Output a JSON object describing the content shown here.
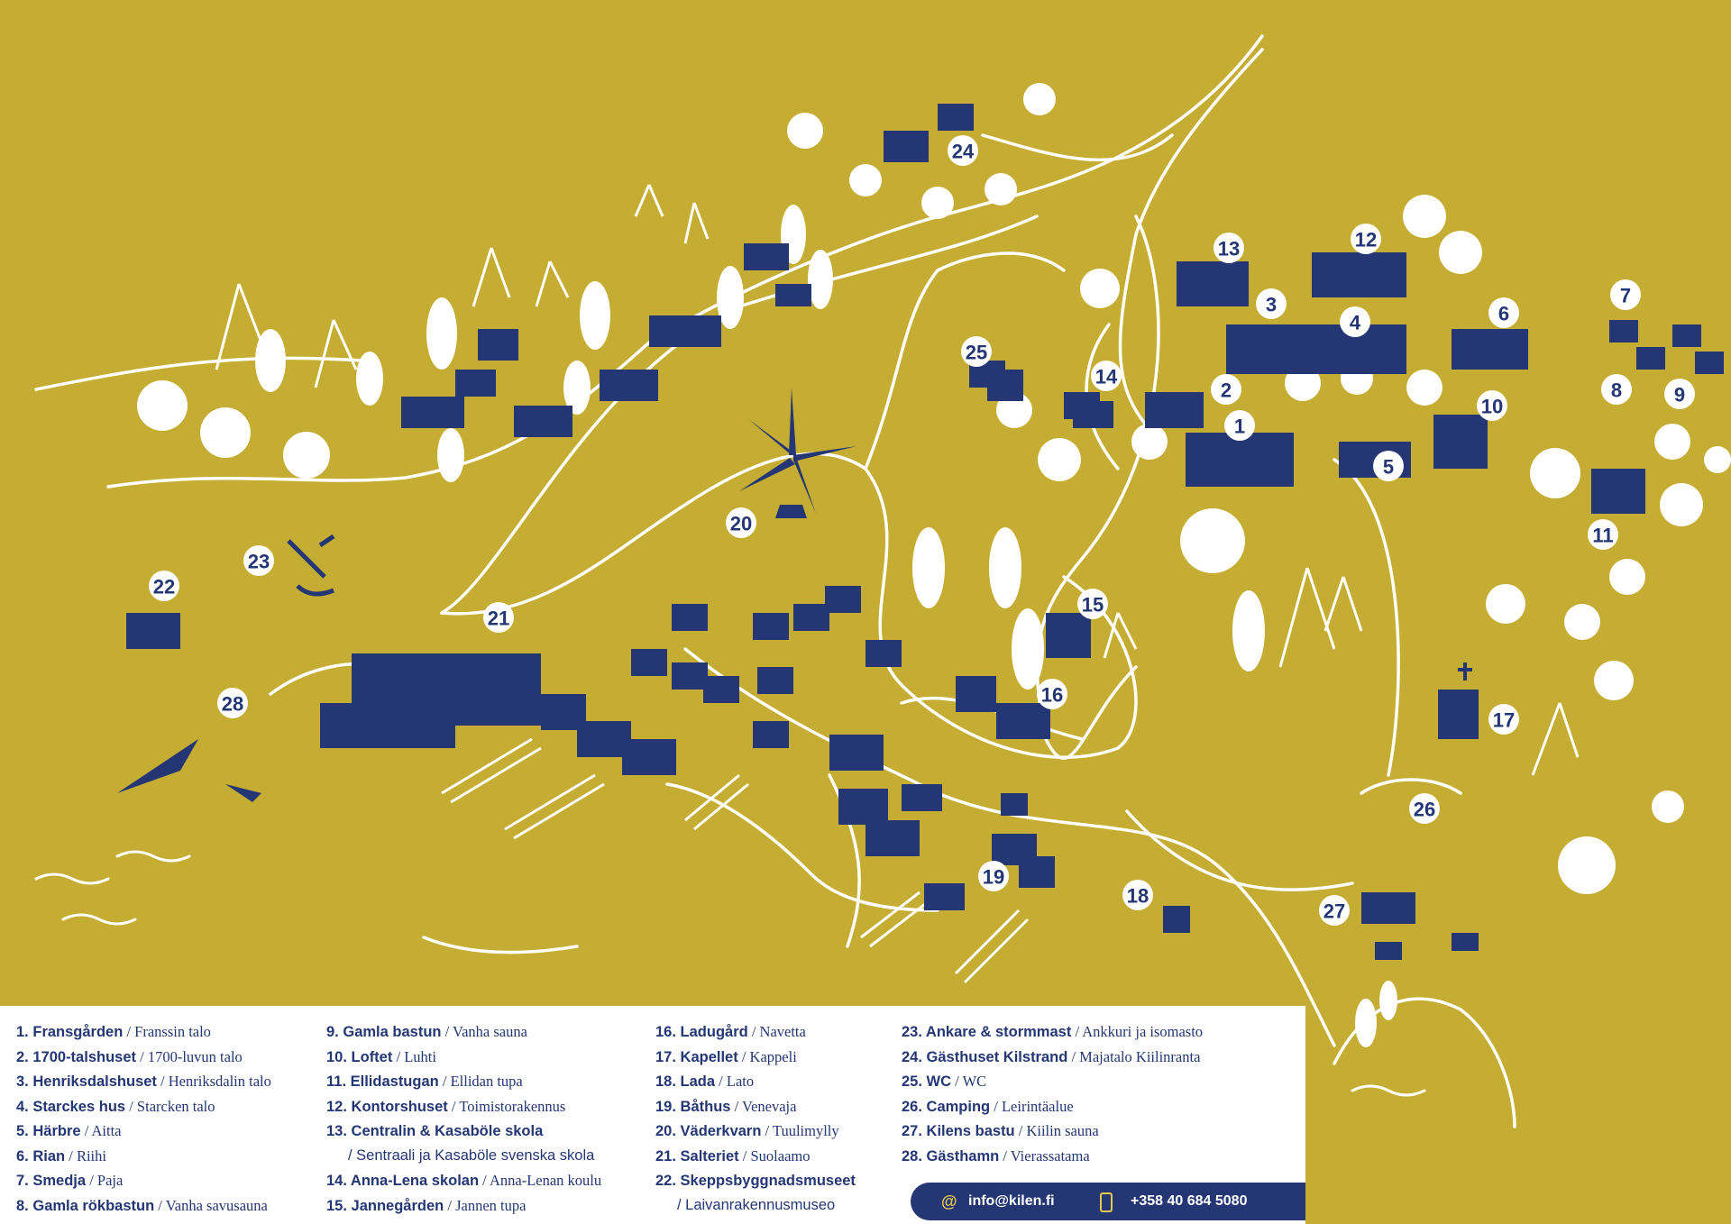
{
  "colors": {
    "background": "#c5ac33",
    "building": "#243673",
    "roads": "#ffffff",
    "legend_bg": "#ffffff",
    "accent": "#e6c84a"
  },
  "markers": [
    "1",
    "2",
    "3",
    "4",
    "5",
    "6",
    "7",
    "8",
    "9",
    "10",
    "11",
    "12",
    "13",
    "14",
    "15",
    "16",
    "17",
    "18",
    "19",
    "20",
    "21",
    "22",
    "23",
    "24",
    "25",
    "26",
    "27",
    "28"
  ],
  "legend": [
    {
      "num": "1.",
      "sv": "Fransgården",
      "fi": " / Franssin talo"
    },
    {
      "num": "2.",
      "sv": "1700-talshuset",
      "fi": " / 1700-luvun talo"
    },
    {
      "num": "3.",
      "sv": "Henriksdalshuset",
      "fi": " / Henriksdalin talo"
    },
    {
      "num": "4.",
      "sv": "Starckes hus",
      "fi": " / Starcken talo"
    },
    {
      "num": "5.",
      "sv": "Härbre",
      "fi": " / Aitta"
    },
    {
      "num": "6.",
      "sv": "Rian",
      "fi": " / Riihi"
    },
    {
      "num": "7.",
      "sv": "Smedja",
      "fi": " / Paja"
    },
    {
      "num": "8.",
      "sv": "Gamla rökbastun",
      "fi": " / Vanha savusauna"
    },
    {
      "num": "9.",
      "sv": "Gamla bastun",
      "fi": " / Vanha sauna"
    },
    {
      "num": "10.",
      "sv": "Loftet",
      "fi": " / Luhti"
    },
    {
      "num": "11.",
      "sv": "Ellidastugan",
      "fi": " / Ellidan tupa"
    },
    {
      "num": "12.",
      "sv": "Kontorshuset",
      "fi": " / Toimistorakennus"
    },
    {
      "num": "13.",
      "sv": "Centralin & Kasaböle skola",
      "fi": ""
    },
    {
      "num": "",
      "sv": "",
      "fi": "/ Sentraali ja Kasaböle svenska skola"
    },
    {
      "num": "14.",
      "sv": "Anna-Lena skolan",
      "fi": " / Anna-Lenan koulu"
    },
    {
      "num": "15.",
      "sv": "Jannegården",
      "fi": " / Jannen tupa"
    },
    {
      "num": "16.",
      "sv": "Ladugård",
      "fi": " / Navetta"
    },
    {
      "num": "17.",
      "sv": "Kapellet",
      "fi": " / Kappeli"
    },
    {
      "num": "18.",
      "sv": "Lada",
      "fi": " / Lato"
    },
    {
      "num": "19.",
      "sv": "Båthus",
      "fi": " / Venevaja"
    },
    {
      "num": "20.",
      "sv": "Väderkvarn",
      "fi": " / Tuulimylly"
    },
    {
      "num": "21.",
      "sv": "Salteriet",
      "fi": " / Suolaamo"
    },
    {
      "num": "22.",
      "sv": "Skeppsbyggnadsmuseet",
      "fi": ""
    },
    {
      "num": "",
      "sv": "",
      "fi": "/ Laivanrakennusmuseo"
    },
    {
      "num": "23.",
      "sv": "Ankare & stormmast",
      "fi": " / Ankkuri ja isomasto"
    },
    {
      "num": "24.",
      "sv": "Gästhuset Kilstrand",
      "fi": " / Majatalo Kiilinranta"
    },
    {
      "num": "25.",
      "sv": "WC",
      "fi": " / WC"
    },
    {
      "num": "26.",
      "sv": "Camping",
      "fi": " / Leirintäalue"
    },
    {
      "num": "27.",
      "sv": "Kilens bastu",
      "fi": " / Kiilin sauna"
    },
    {
      "num": "28.",
      "sv": "Gästhamn",
      "fi": " / Vierassatama"
    }
  ],
  "contact": {
    "email": "info@kilen.fi",
    "phone": "+358 40 684 5080",
    "email_icon": "@",
    "phone_icon": "phone-icon"
  }
}
